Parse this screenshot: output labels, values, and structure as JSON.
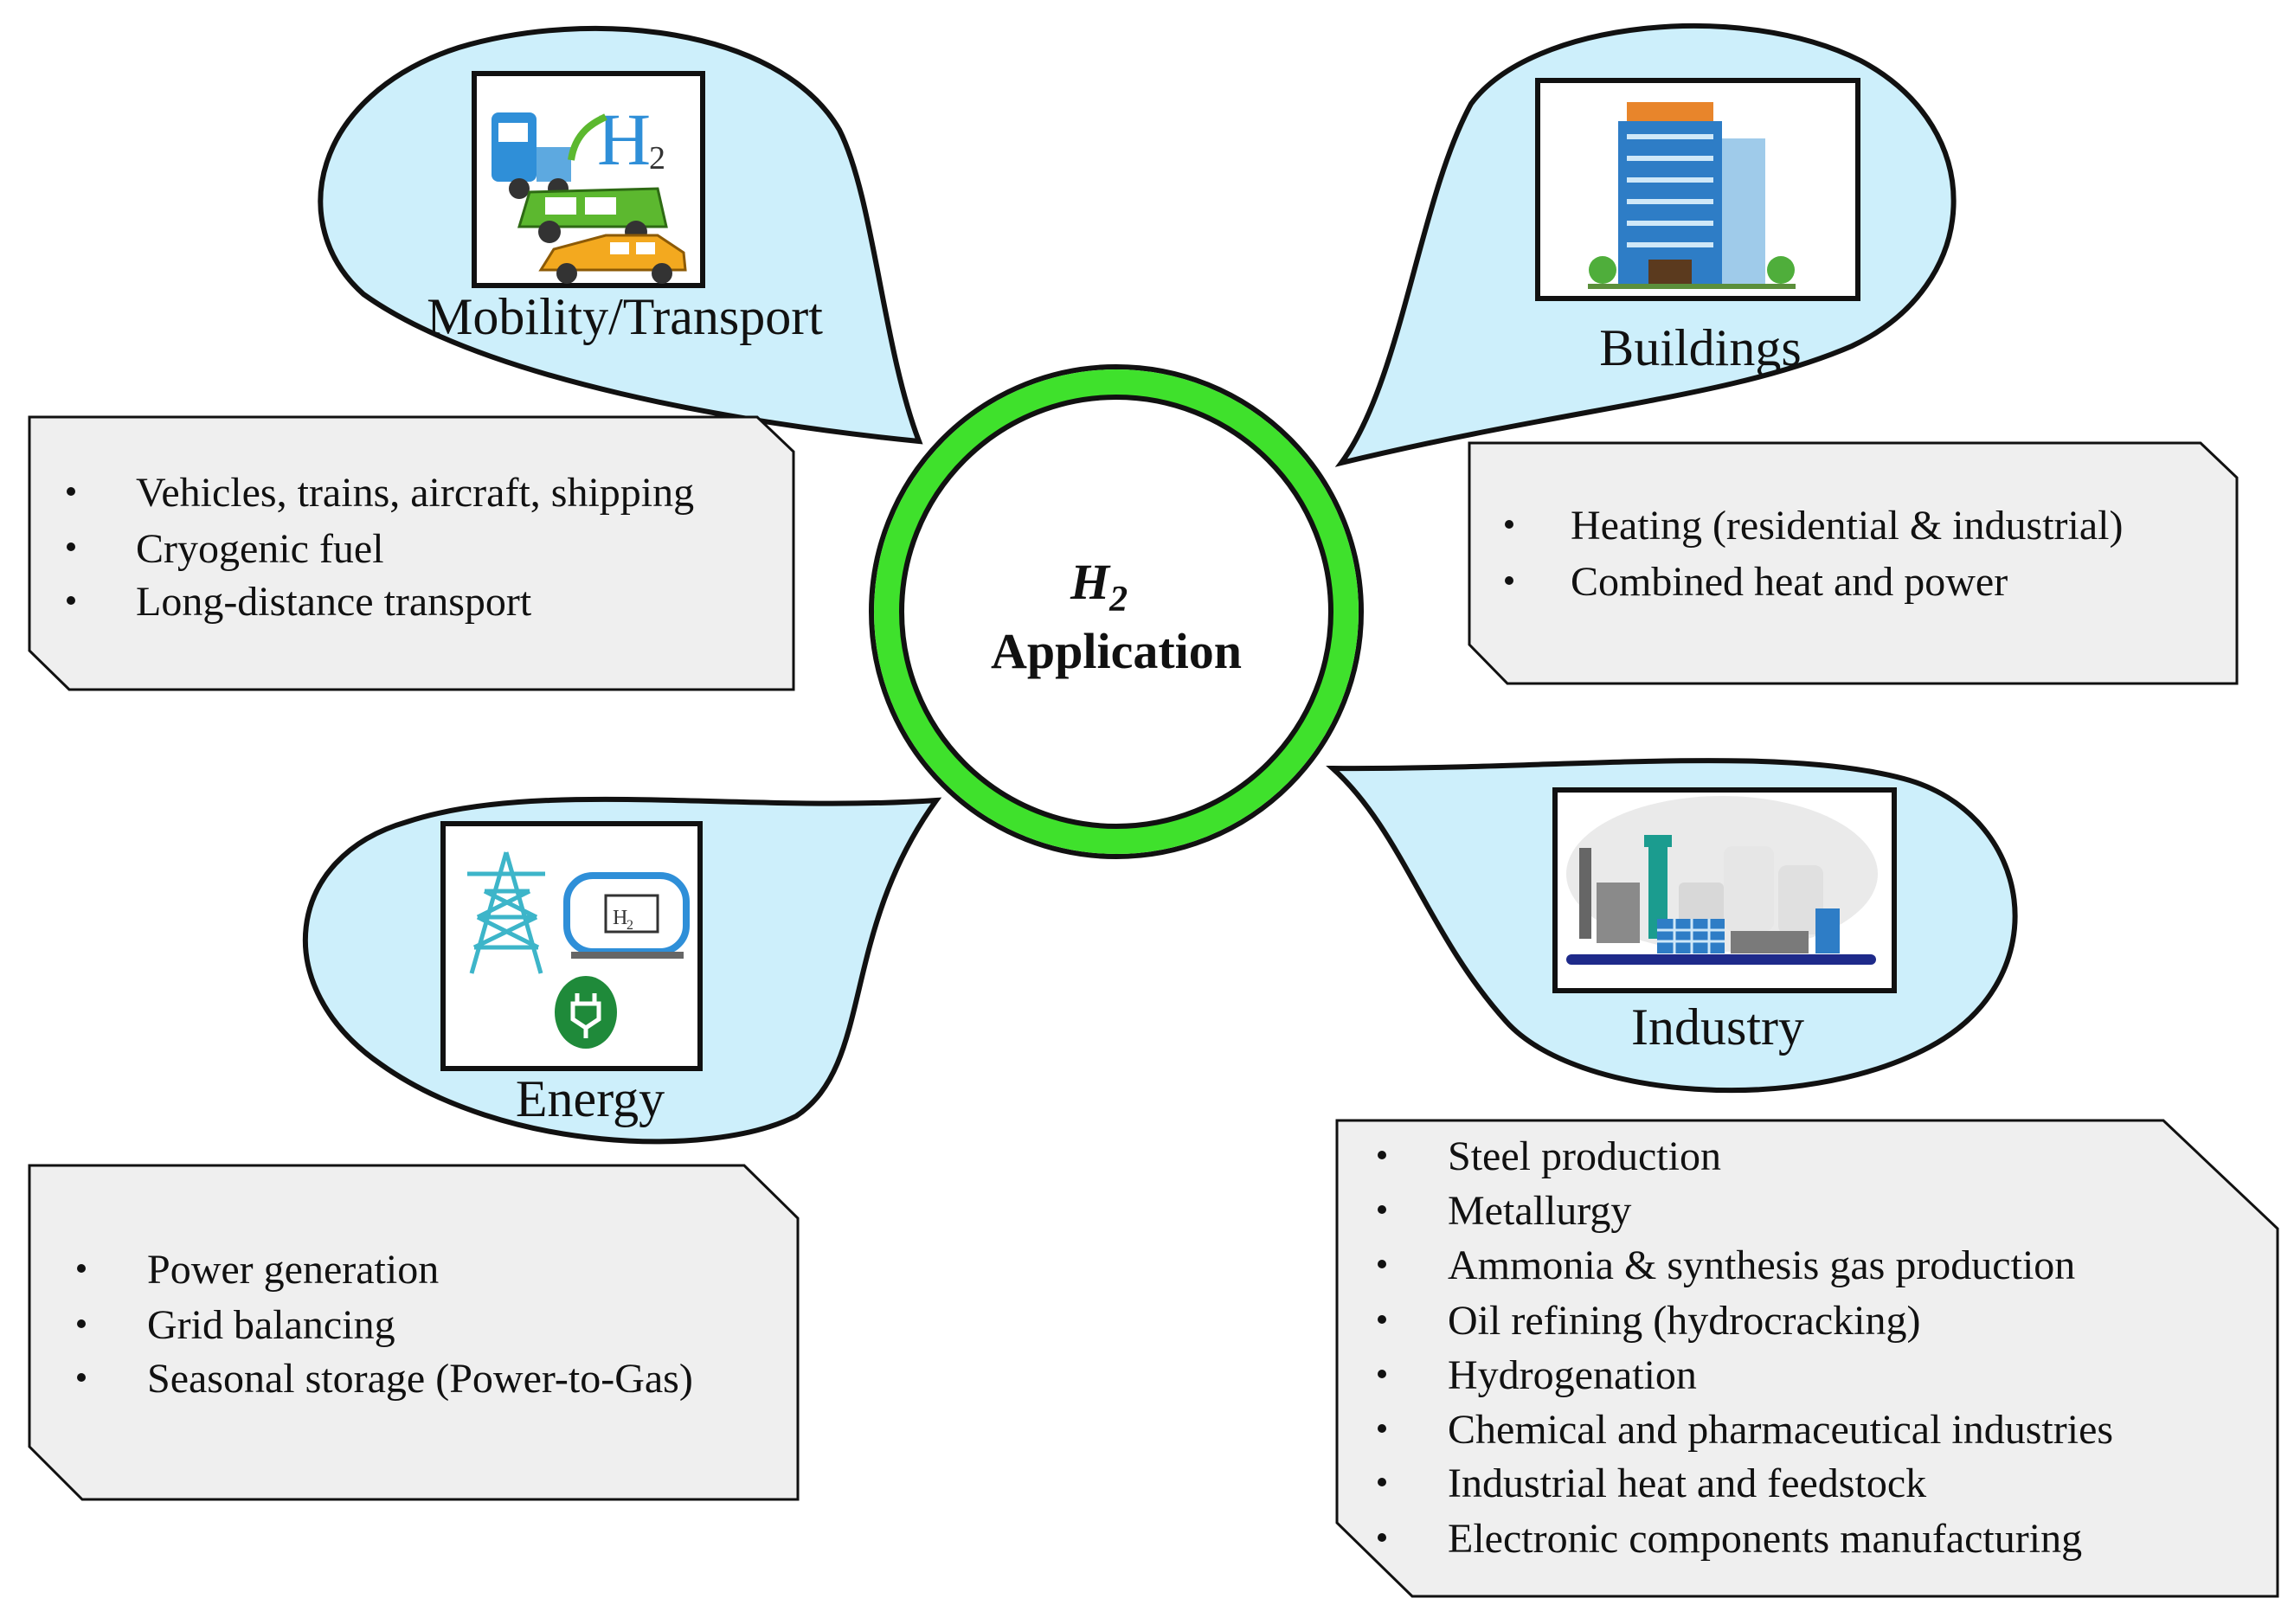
{
  "center": {
    "h2_main": "H",
    "h2_sub": "2",
    "label": "Application",
    "ring_color": "#3FE12C"
  },
  "colors": {
    "bubble_fill": "#CDEFFB",
    "box_fill": "#EFEFEF",
    "outline": "#111111"
  },
  "categories": {
    "mobility": {
      "label": "Mobility/Transport",
      "icon": "vehicles-h2-icon",
      "items": [
        "Vehicles, trains, aircraft, shipping",
        "Cryogenic fuel",
        "Long-distance transport"
      ]
    },
    "buildings": {
      "label": "Buildings",
      "icon": "skyscraper-icon",
      "items": [
        "Heating (residential & industrial)",
        "Combined heat and power"
      ]
    },
    "energy": {
      "label": "Energy",
      "icon": "power-tower-h2-tank-plug-icon",
      "items": [
        "Power generation",
        "Grid balancing",
        "Seasonal storage (Power-to-Gas)"
      ]
    },
    "industry": {
      "label": "Industry",
      "icon": "factory-icon",
      "items": [
        "Steel production",
        "Metallurgy",
        "Ammonia & synthesis gas production",
        "Oil refining (hydrocracking)",
        "Hydrogenation",
        "Chemical and pharmaceutical industries",
        "Industrial heat and feedstock",
        "Electronic components manufacturing"
      ]
    }
  },
  "icon_text": {
    "mobility_h": "H",
    "mobility_sub": "2",
    "tank_label": "H",
    "tank_sub": "2"
  }
}
